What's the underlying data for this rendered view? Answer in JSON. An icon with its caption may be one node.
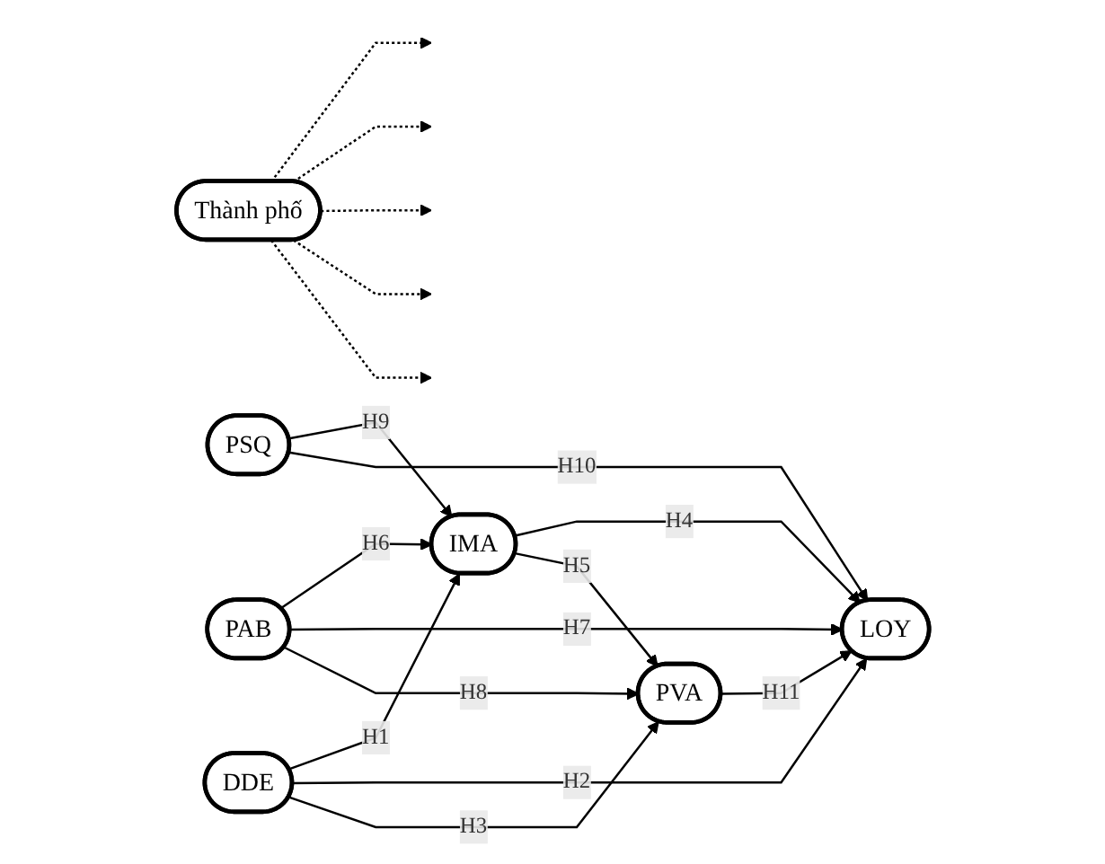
{
  "diagram": {
    "nodes": [
      {
        "text": [
          "Thành phố"
        ]
      },
      {
        "text": [
          "PSQ"
        ]
      },
      {
        "text": [
          "IMA"
        ]
      },
      {
        "text": [
          "PAB"
        ]
      },
      {
        "text": [
          "LOY"
        ]
      },
      {
        "text": [
          "DDE"
        ]
      },
      {
        "text": [
          "PVA"
        ]
      }
    ],
    "edges": [
      {
        "from": 1,
        "to": 2,
        "arrow": "to",
        "label": "H9"
      },
      {
        "from": 1,
        "to": 4,
        "arrow": "to",
        "label": "H10"
      },
      {
        "from": 3,
        "to": 2,
        "arrow": "to",
        "label": "H6"
      },
      {
        "from": 3,
        "to": 4,
        "arrow": "to",
        "label": "H7"
      },
      {
        "from": 3,
        "to": 6,
        "arrow": "to",
        "label": "H8"
      },
      {
        "from": 5,
        "to": 2,
        "arrow": "to",
        "label": "H1"
      },
      {
        "from": 5,
        "to": 4,
        "arrow": "to",
        "label": "H2"
      },
      {
        "from": 5,
        "to": 6,
        "arrow": "to",
        "label": "H3"
      },
      {
        "from": 2,
        "to": 4,
        "arrow": "to",
        "label": "H4"
      },
      {
        "from": 2,
        "to": 6,
        "arrow": "to",
        "label": "H5"
      },
      {
        "from": 6,
        "to": 4,
        "arrow": "to",
        "label": "H11"
      },
      {
        "from": 0,
        "to": null,
        "arrow": "to",
        "style": "dashed"
      },
      {
        "from": 0,
        "to": null,
        "arrow": "to",
        "style": "dashed"
      },
      {
        "from": 0,
        "to": null,
        "arrow": "to",
        "style": "dashed"
      },
      {
        "from": 0,
        "to": null,
        "arrow": "to",
        "style": "dashed"
      },
      {
        "from": 0,
        "to": null,
        "arrow": "to",
        "style": "dashed"
      }
    ]
  }
}
